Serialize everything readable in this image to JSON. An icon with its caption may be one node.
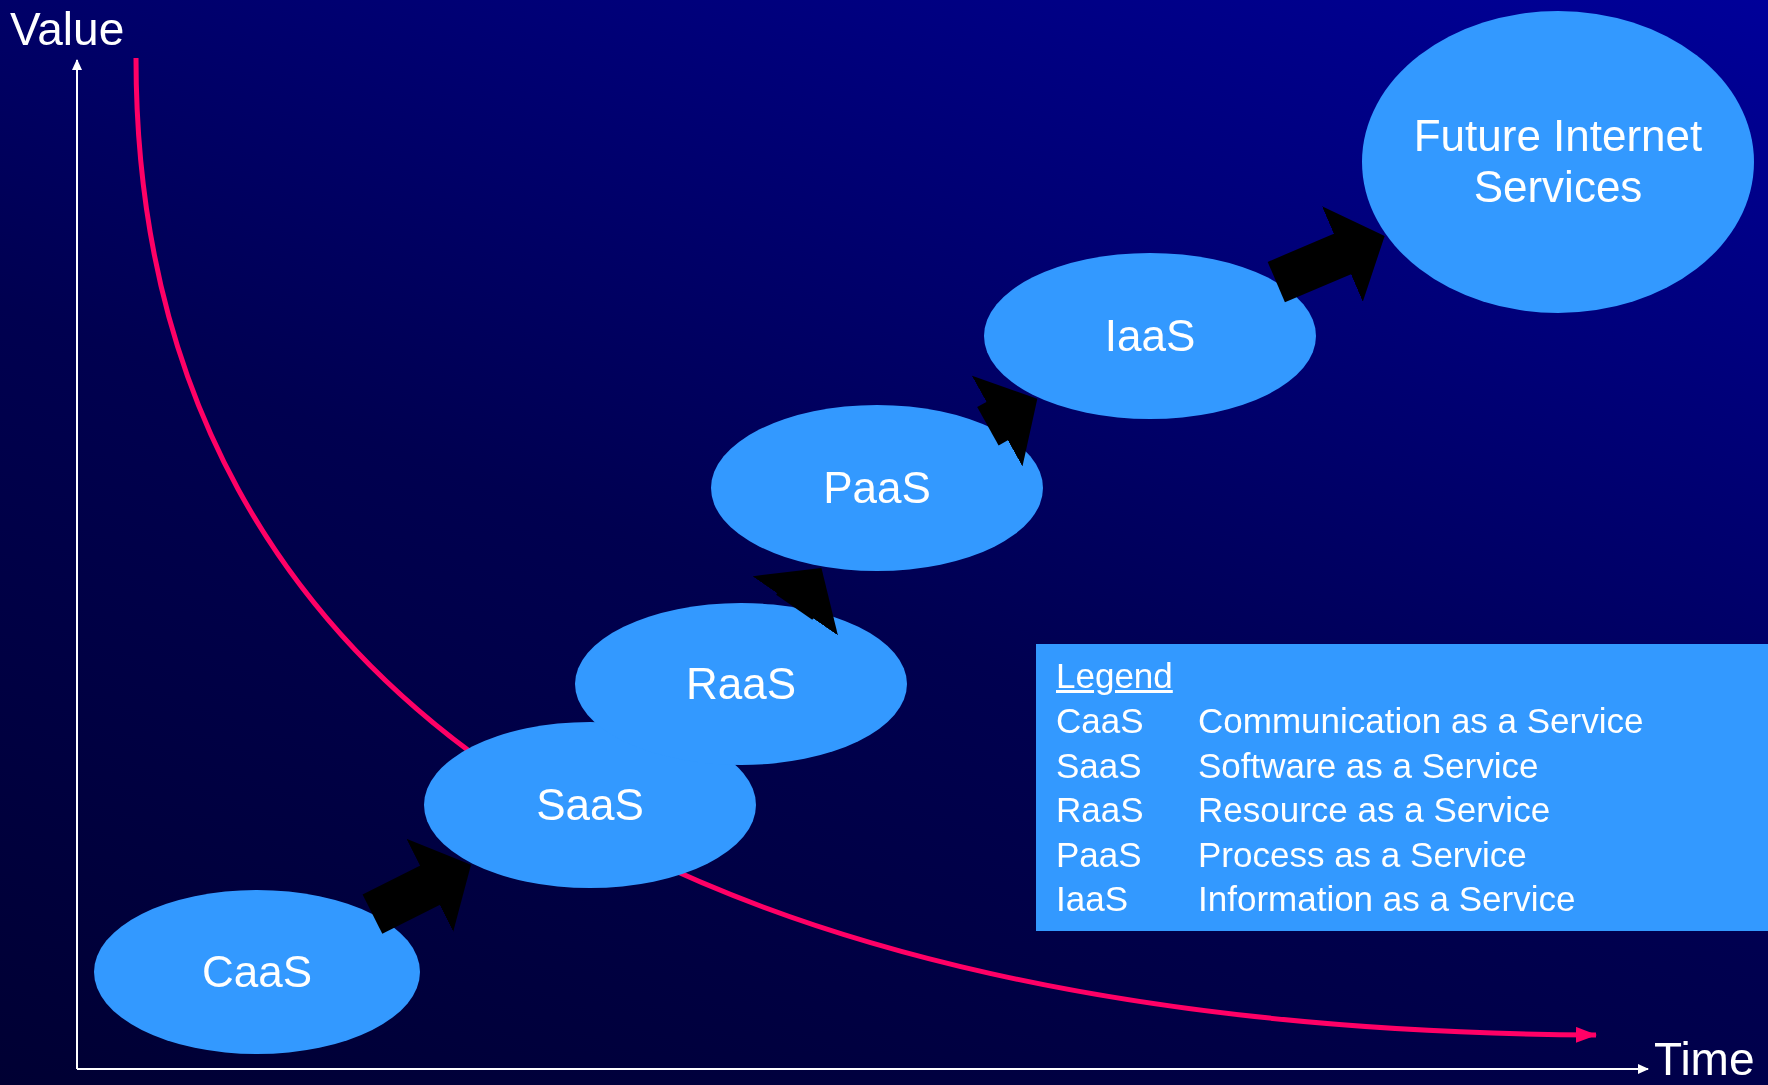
{
  "diagram": {
    "nodes": [
      {
        "text": [
          "CaaS"
        ]
      },
      {
        "text": [
          "SaaS"
        ]
      },
      {
        "text": [
          "RaaS"
        ]
      },
      {
        "text": [
          "PaaS"
        ]
      },
      {
        "text": [
          "IaaS"
        ]
      },
      {
        "text": [
          "Future Internet Services"
        ]
      }
    ],
    "edges": [
      {
        "from": 0,
        "to": 1,
        "arrow": "to"
      },
      {
        "from": 2,
        "to": 3,
        "arrow": "to"
      },
      {
        "from": 3,
        "to": 4,
        "arrow": "to"
      },
      {
        "from": 4,
        "to": 5,
        "arrow": "to"
      }
    ],
    "labels": [
      "Value",
      "Time",
      "Legend",
      "CaaS",
      "Communication as a Service",
      "SaaS",
      "Software as a Service",
      "RaaS",
      "Resource as a Service",
      "PaaS",
      "Process as a Service",
      "IaaS",
      "Information as a Service"
    ]
  }
}
